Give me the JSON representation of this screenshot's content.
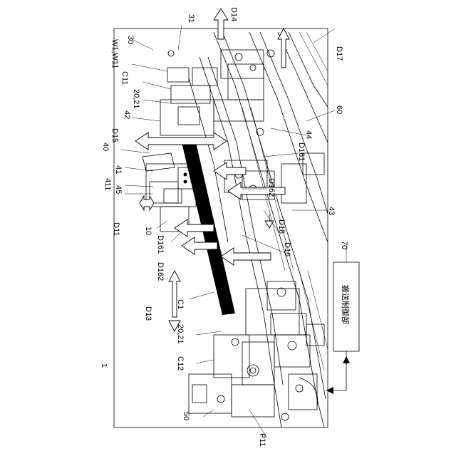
{
  "figure": {
    "labels": {
      "ref_30": "30",
      "ref_31": "31",
      "ref_D14": "D14",
      "ref_W1W11": "W1,W11",
      "ref_C11": "C11",
      "ref_2021_top": "20,21",
      "ref_42": "42",
      "ref_D15": "D15",
      "ref_40": "40",
      "ref_41": "41",
      "ref_411": "411",
      "ref_45": "45",
      "ref_D11": "D11",
      "ref_10": "10",
      "ref_D161_left": "D161",
      "ref_D162_left": "D162",
      "ref_D13": "D13",
      "ref_C1": "C1",
      "ref_2021_bottom": "20,21",
      "ref_C12": "C12",
      "ref_1": "1",
      "ref_50": "50",
      "ref_P11": "P11",
      "ref_D17": "D17",
      "ref_60": "60",
      "ref_44": "44",
      "ref_D161_right": "D161",
      "ref_D162_right": "D162",
      "ref_43": "43",
      "ref_D18": "D18",
      "ref_D16": "D16",
      "ref_70": "70"
    },
    "controller_box": {
      "label": "搬送制御部"
    }
  }
}
